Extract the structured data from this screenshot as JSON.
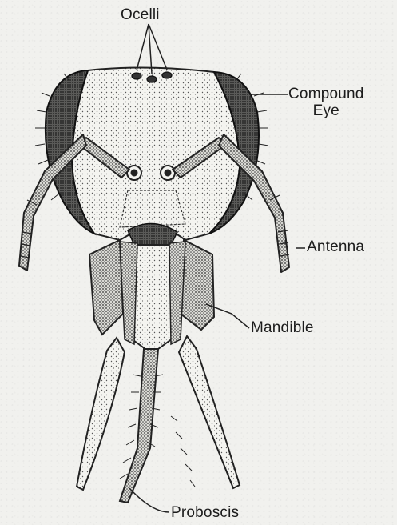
{
  "labels": {
    "ocelli": "Ocelli",
    "compound_eye_line1": "Compound",
    "compound_eye_line2": "Eye",
    "antenna": "Antenna",
    "mandible": "Mandible",
    "proboscis": "Proboscis"
  },
  "colors": {
    "ink": "#1c1c1c",
    "paper": "#f1f1ee",
    "stipple": "#3a3a3a"
  }
}
